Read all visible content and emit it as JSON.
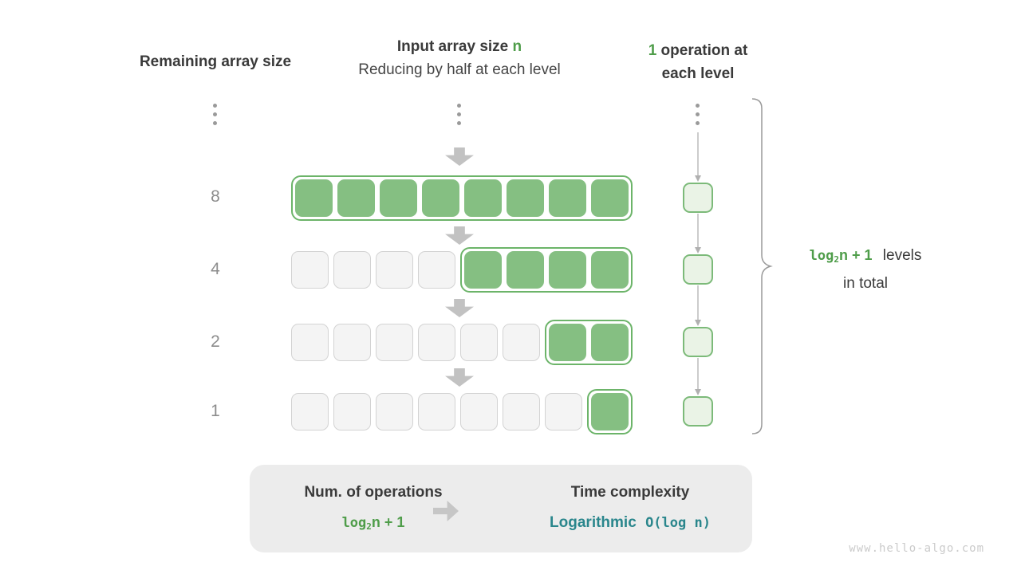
{
  "headers": {
    "left": "Remaining array size",
    "center_title_prefix": "Input array size ",
    "center_title_highlight": "n",
    "center_subtitle": "Reducing by half at each level",
    "right_highlight": "1",
    "right_line1_rest": " operation at",
    "right_line2": "each level"
  },
  "rows": [
    {
      "label": "8",
      "inactive": 0,
      "active": 8
    },
    {
      "label": "4",
      "inactive": 4,
      "active": 4
    },
    {
      "label": "2",
      "inactive": 6,
      "active": 2
    },
    {
      "label": "1",
      "inactive": 7,
      "active": 1
    }
  ],
  "operations_column": {
    "count": 4
  },
  "formula": {
    "fn": "log",
    "sub": "2",
    "rest": "n + 1"
  },
  "brace_label": {
    "levels_text": "levels",
    "line2": "in total"
  },
  "summary_box": {
    "left_title": "Num. of operations",
    "right_title": "Time complexity",
    "complexity_name": "Logarithmic",
    "complexity_big_o": "O(log n)"
  },
  "watermark": "www.hello-algo.com",
  "colors": {
    "green_fill": "#85bf82",
    "green_border": "#6cb469",
    "op_fill": "#eaf3e6",
    "op_border": "#7cba79",
    "gray_cell": "#f4f4f4",
    "green_text": "#4f9d4a",
    "teal_text": "#2a868c",
    "box_bg": "#ececec",
    "arrow_gray": "#c2c2c2"
  }
}
